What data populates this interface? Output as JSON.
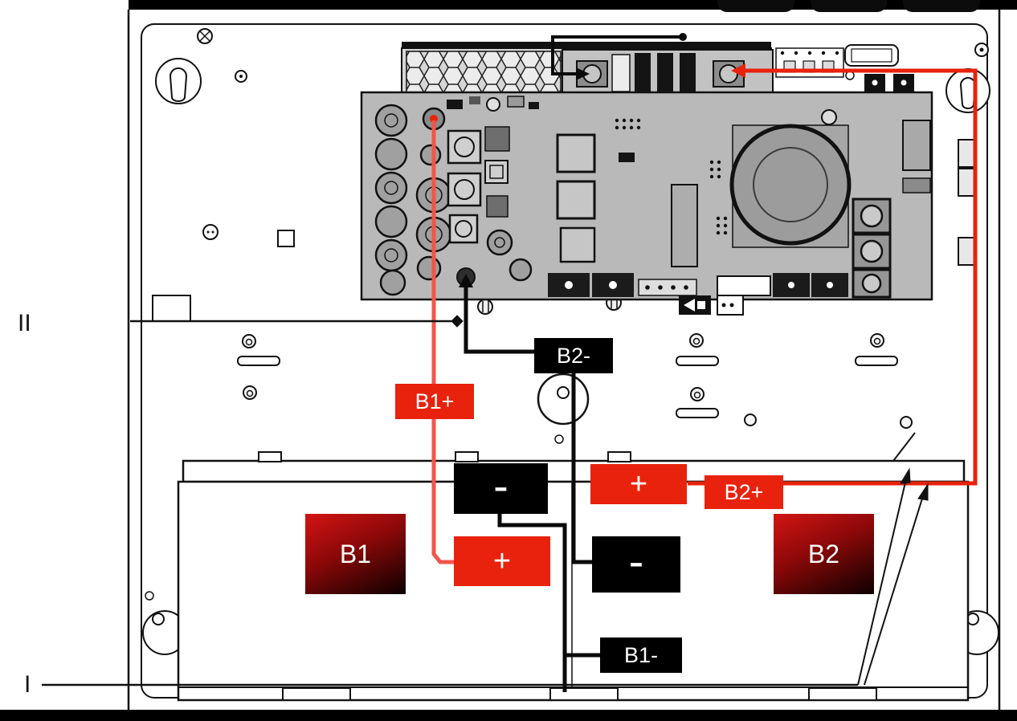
{
  "callouts": {
    "two": "II",
    "one": "I"
  },
  "wire_labels": {
    "b1_plus": "B1+",
    "b2_minus": "B2-",
    "b2_plus": "B2+",
    "b1_minus": "B1-"
  },
  "batteries": {
    "b1": "B1",
    "b2": "B2"
  },
  "terminals": {
    "b1_negative": "-",
    "b1_positive": "+",
    "b2_positive": "+",
    "b2_negative": "-"
  },
  "colors": {
    "label_red": "#e8220c",
    "label_black": "#000000",
    "wire_red": "#e8220c",
    "wire_red_light": "#f2554c",
    "wire_black": "#0a0a0a",
    "battery_label_red": "#c41212",
    "pcb_gray": "#b9b9b9"
  }
}
